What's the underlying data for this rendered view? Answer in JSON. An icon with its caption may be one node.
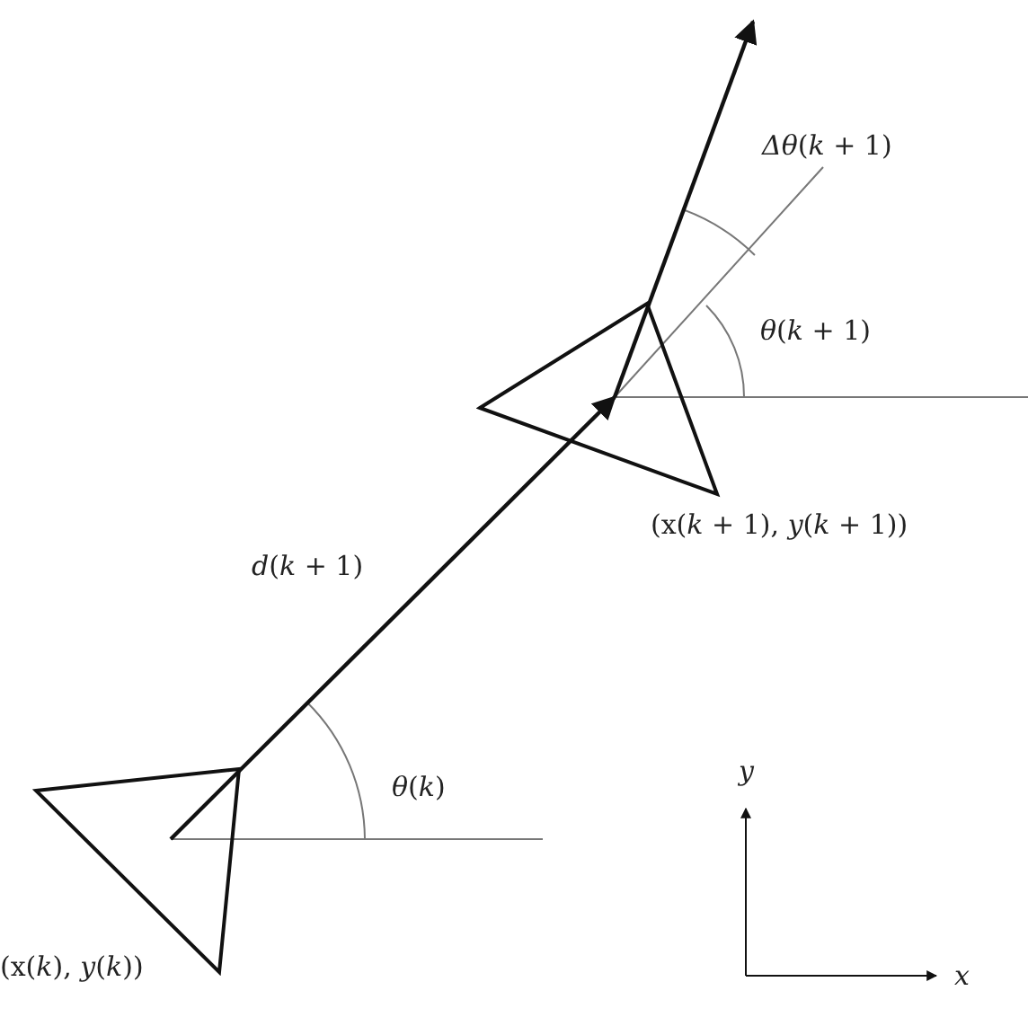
{
  "diagram": {
    "nodes": [
      {
        "text": [],
        "shape": "triangle",
        "beside": [
          "(x(*k*), *y*(*k*))"
        ]
      },
      {
        "text": [],
        "shape": "triangle",
        "beside": [
          "(x(*k* + 1), *y*(*k* + 1))"
        ]
      }
    ],
    "edges": [
      {
        "from": 0,
        "to": 1,
        "arrow": "to",
        "label": "*d*(*k* + 1)"
      },
      {
        "from": 1,
        "to": null,
        "arrow": "to"
      }
    ],
    "labels": [
      "*Δθ*(*k* + 1)",
      "*θ*(*k* + 1)",
      "*θ*(*k*)",
      "y",
      "x"
    ]
  }
}
